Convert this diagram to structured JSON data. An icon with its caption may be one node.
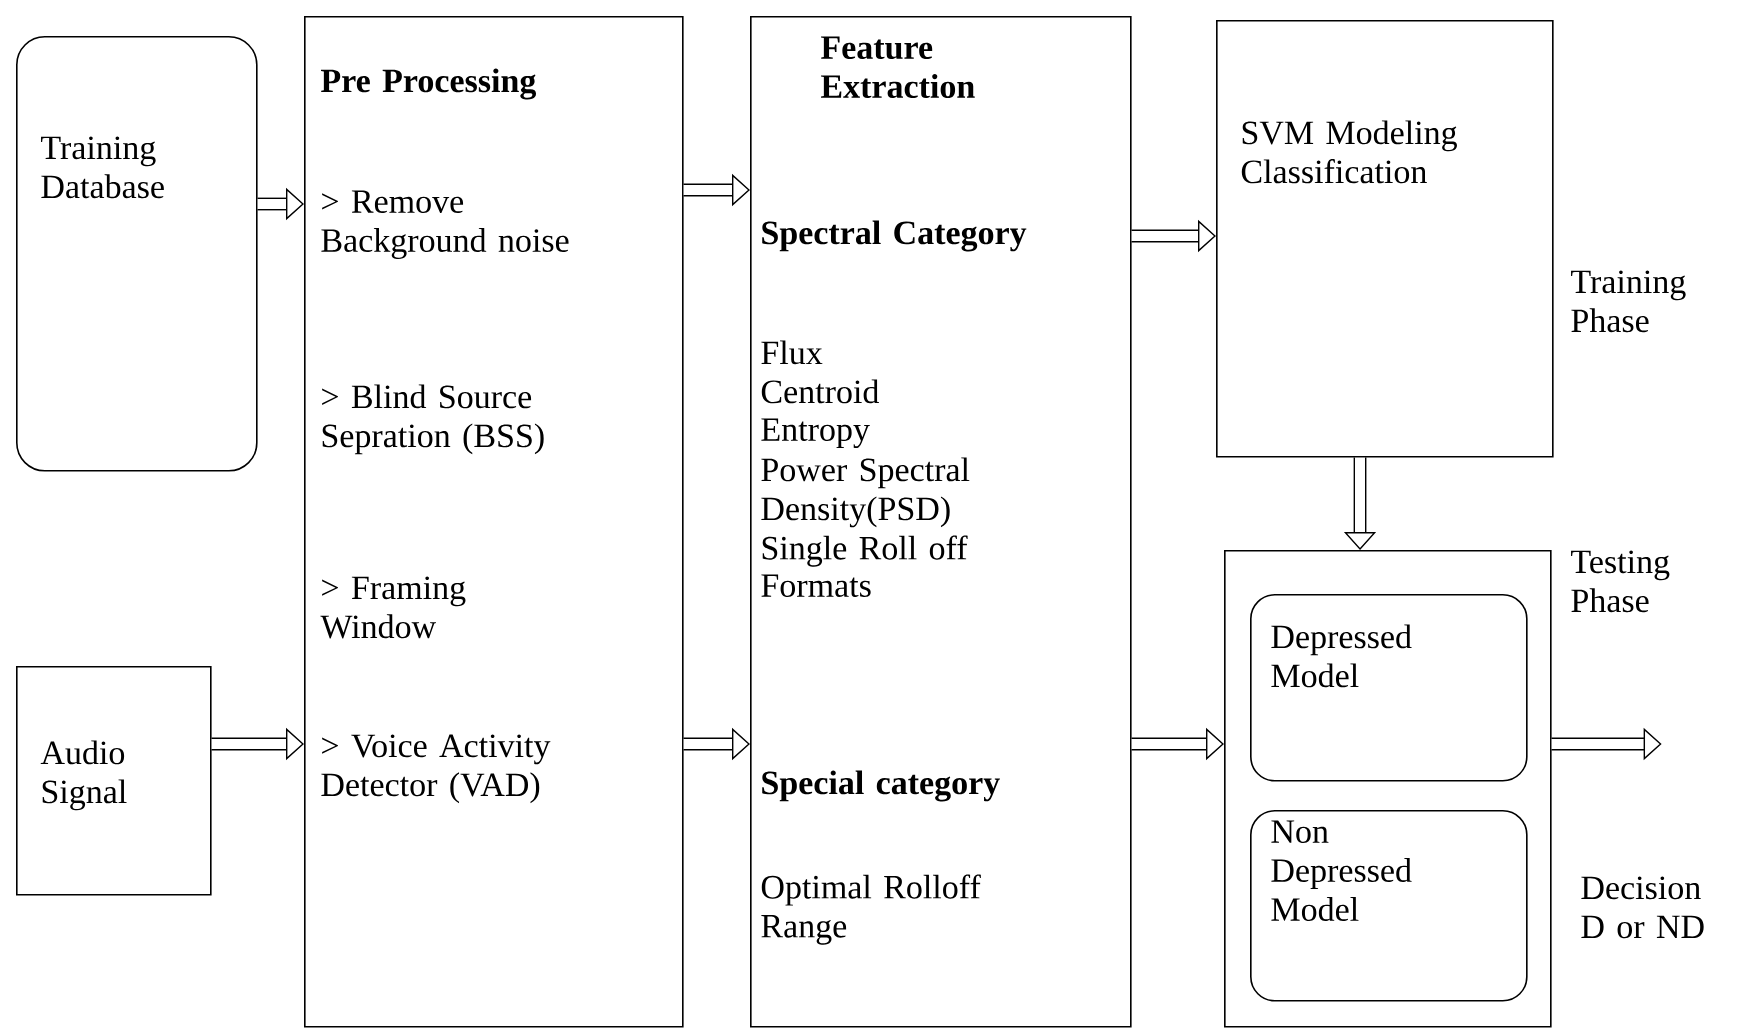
{
  "diagram": {
    "nodes": [
      {
        "text": [
          "Training Database"
        ]
      },
      {
        "text": [
          "Audio Signal"
        ]
      },
      {
        "text": [
          "Pre Processing",
          "> Remove Background noise",
          "> Blind Source Sepration (BSS)",
          "> Framing Window",
          "> Voice Activity Detector (VAD)"
        ]
      },
      {
        "text": [
          "Feature Extraction",
          "Spectral Category",
          "Flux",
          "Centroid",
          "Entropy",
          "Power Spectral Density(PSD)",
          "Single Roll off",
          "Formats",
          "Special category",
          "Optimal Rolloff Range"
        ]
      },
      {
        "text": [
          "SVM Modeling Classification"
        ],
        "beside": [
          "Training Phase"
        ]
      },
      {
        "text": [],
        "shape": "box",
        "beside": [
          "Testing Phase"
        ]
      },
      {
        "text": [
          "Depressed Model"
        ],
        "in": 5
      },
      {
        "text": [
          "Non Depressed Model"
        ],
        "in": 5
      }
    ],
    "edges": [
      {
        "from": 0,
        "to": 2,
        "arrow": "to"
      },
      {
        "from": 1,
        "to": 2,
        "arrow": "to"
      },
      {
        "from": 2,
        "to": 3,
        "arrow": "to"
      },
      {
        "from": 2,
        "to": 3,
        "arrow": "to"
      },
      {
        "from": 3,
        "to": 4,
        "arrow": "to"
      },
      {
        "from": 3,
        "to": 5,
        "arrow": "to"
      },
      {
        "from": 4,
        "to": 5,
        "arrow": "to"
      },
      {
        "from": 5,
        "to": null,
        "arrow": "to"
      }
    ],
    "labels": [
      "Decision D or ND"
    ]
  }
}
